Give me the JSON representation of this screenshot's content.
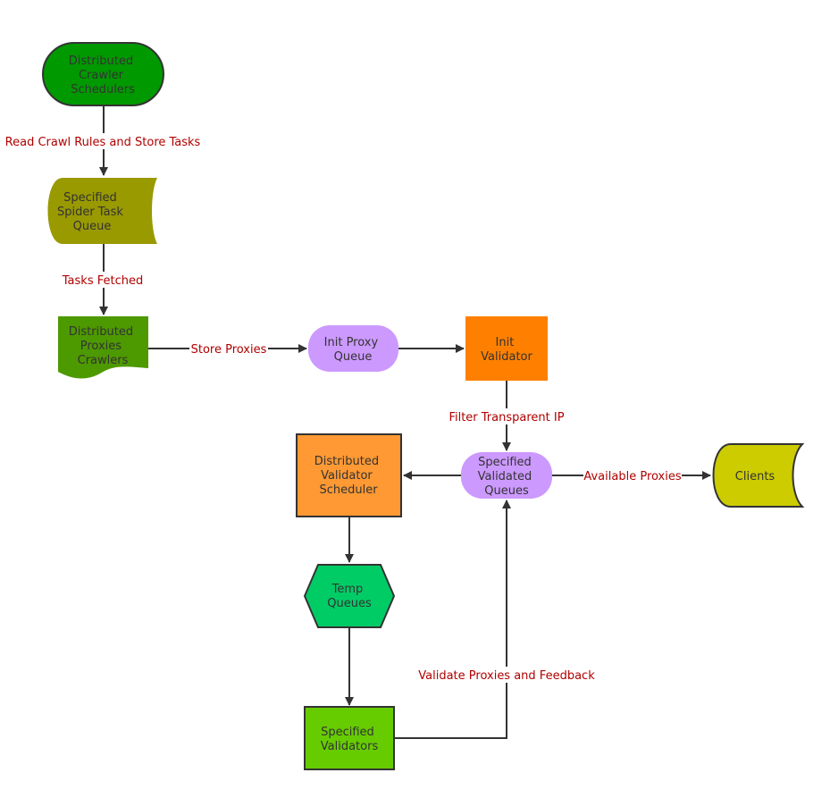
{
  "nodes": {
    "crawler_schedulers": {
      "lines": [
        "Distributed",
        "Crawler",
        "Schedulers"
      ],
      "fill": "#009900",
      "shape": "terminator"
    },
    "spider_task_queue": {
      "lines": [
        "Specified",
        "Spider Task",
        "Queue"
      ],
      "fill": "#999900",
      "shape": "stored-data"
    },
    "proxies_crawlers": {
      "lines": [
        "Distributed",
        "Proxies",
        "Crawlers"
      ],
      "fill": "#4d9900",
      "shape": "document"
    },
    "init_proxy_queue": {
      "lines": [
        "Init Proxy",
        "Queue"
      ],
      "fill": "#cc99ff",
      "shape": "rounded"
    },
    "init_validator": {
      "lines": [
        "Init",
        "Validator"
      ],
      "fill": "#ff8000",
      "shape": "rectangle"
    },
    "validated_queues": {
      "lines": [
        "Specified",
        "Validated",
        "Queues"
      ],
      "fill": "#cc99ff",
      "shape": "rounded"
    },
    "validator_scheduler": {
      "lines": [
        "Distributed",
        "Validator",
        "Scheduler"
      ],
      "fill": "#ff9933",
      "shape": "rectangle"
    },
    "clients": {
      "lines": [
        "Clients"
      ],
      "fill": "#cccc00",
      "shape": "stored-data"
    },
    "temp_queues": {
      "lines": [
        "Temp",
        "Queues"
      ],
      "fill": "#00cc66",
      "shape": "hexagon"
    },
    "specified_validators": {
      "lines": [
        "Specified",
        "Validators"
      ],
      "fill": "#66cc00",
      "shape": "rectangle"
    }
  },
  "edge_labels": {
    "read_rules": "Read Crawl Rules and Store Tasks",
    "tasks_fetched": "Tasks Fetched",
    "store_proxies": "Store Proxies",
    "filter_transparent": "Filter Transparent IP",
    "available_proxies": "Available Proxies",
    "validate_feedback": "Validate Proxies and Feedback"
  },
  "colors": {
    "stroke": "#333333",
    "edge_label": "#b00000",
    "node_text": "#333333"
  }
}
